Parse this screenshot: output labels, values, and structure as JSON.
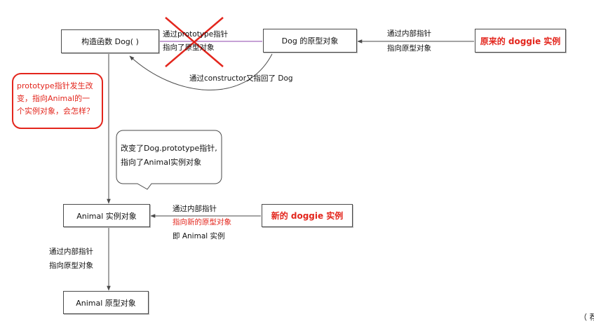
{
  "nodes": {
    "dog_constructor": "构造函数 Dog( )",
    "dog_prototype": "Dog 的原型对象",
    "old_doggie": "原来的 doggie 实例",
    "animal_instance": "Animal 实例对象",
    "new_doggie": "新的 doggie 实例",
    "animal_prototype": "Animal 原型对象"
  },
  "edges": {
    "prototype_line1": "通过prototype指针",
    "prototype_line2": "指向了原型对象",
    "constructor_back": "通过constructor又指回了 Dog",
    "old_inner_line1": "通过内部指针",
    "old_inner_line2": "指向原型对象",
    "new_inner_line1": "通过内部指针",
    "new_inner_line2": "指向新的原型对象",
    "new_inner_line3": "即 Animal 实例",
    "animal_inner_line1": "通过内部指针",
    "animal_inner_line2": "指向原型对象"
  },
  "callout": {
    "line1": "改变了Dog.prototype指针,",
    "line2": "指向了Animal实例对象"
  },
  "question": {
    "line1": "prototype指针发生改",
    "line2": "变，指向Animal的一",
    "line3": "个实例对象，会怎样？"
  },
  "corner_text": "（ 荐",
  "colors": {
    "accent_red": "#e3261d",
    "purple_link": "#8e44ad",
    "line": "#4a4a4a"
  }
}
